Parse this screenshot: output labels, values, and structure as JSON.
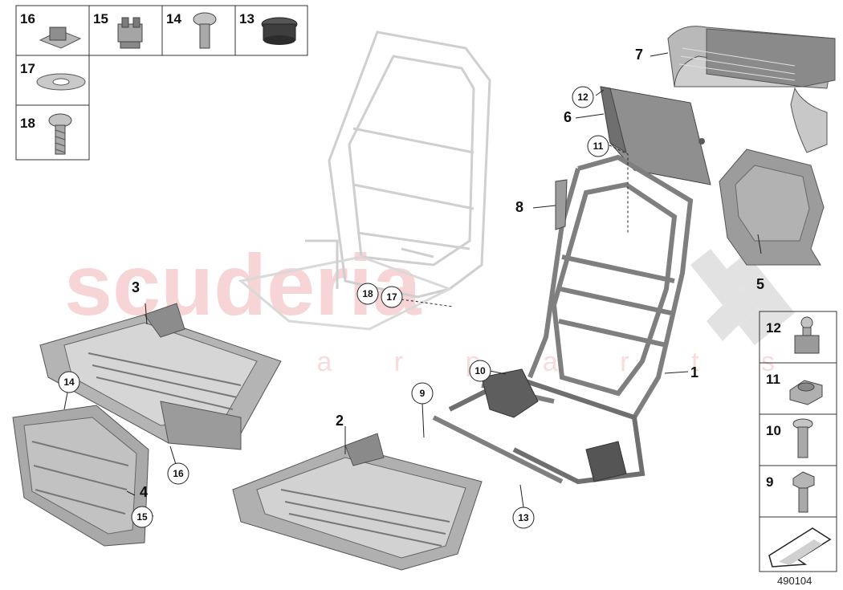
{
  "watermark": {
    "main": "scuderia",
    "sub": "c a r p a r t s"
  },
  "diagram_number": "490104",
  "parts_grid_top": [
    "16",
    "15",
    "14",
    "13",
    "17",
    "18"
  ],
  "parts_grid_right": [
    "12",
    "11",
    "10",
    "9"
  ],
  "labels": {
    "l1": "1",
    "l2": "2",
    "l3": "3",
    "l4": "4",
    "l5": "5",
    "l6": "6",
    "l7": "7",
    "l8": "8"
  },
  "callouts": {
    "c9": "9",
    "c10": "10",
    "c11": "11",
    "c12": "12",
    "c13": "13",
    "c14": "14",
    "c15": "15",
    "c16": "16",
    "c17": "17",
    "c18": "18"
  },
  "colors": {
    "part_fill": "#9a9a9a",
    "part_dark": "#6f6f6f",
    "part_light": "#c9c9c9",
    "watermark": "#f2b3b6"
  },
  "icons": [
    "arrow-icon"
  ]
}
